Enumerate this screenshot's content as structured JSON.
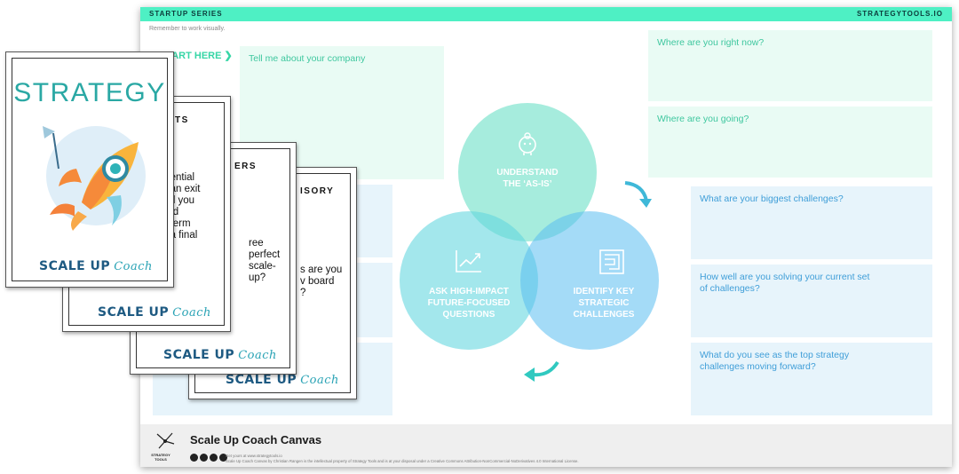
{
  "canvas": {
    "series": "STARTUP SERIES",
    "site": "STRATEGYTOOLS.IO",
    "reminder": "Remember to work visually.",
    "start_here": "START HERE",
    "boxes": {
      "company": "Tell me about your company",
      "right_now": "Where are you right now?",
      "going": "Where are you going?",
      "challenges": "What are your biggest challenges?",
      "solving": "How well are you solving your current set of challenges?",
      "top_challenges": "What do you see as the top strategy challenges moving forward?"
    },
    "venn": {
      "top_line1": "UNDERSTAND",
      "top_line2": "THE ‘AS-IS’",
      "left_line1": "ASK HIGH-IMPACT",
      "left_line2": "FUTURE-FOCUSED",
      "left_line3": "QUESTIONS",
      "right_line1": "IDENTIFY KEY",
      "right_line2": "STRATEGIC",
      "right_line3": "CHALLENGES"
    },
    "footer": {
      "title": "Scale Up Coach Canvas",
      "line1": "Get yours at www.strategytools.io",
      "line2": "Scale Up Coach Canvas by Christian Rangen is the intellectual property of Strategy Tools and is at your disposal under a Creative Commons Attribution-NonCommercial-NoDerivatives 4.0 International License.",
      "brand": "STRATEGY TOOLS"
    }
  },
  "cards": {
    "front": {
      "title": "STRATEGY",
      "scale": "SCALE UP",
      "coach": "Coach"
    },
    "exits": {
      "heading": "KITS",
      "lines": [
        "otential",
        "n an exit",
        "uld you",
        "and",
        "a term",
        "e a final"
      ],
      "scale": "SCALE UP",
      "coach": "Coach"
    },
    "ers": {
      "heading": "ERS",
      "lines": [
        "ree perfect",
        "scale-up?"
      ],
      "scale": "SCALE UP",
      "coach": "Coach"
    },
    "advisory": {
      "heading": "ISORY",
      "lines": [
        "s are you",
        "v board",
        "?"
      ],
      "scale": "SCALE UP",
      "coach": "Coach"
    }
  },
  "colors": {
    "accent": "#4ef0c4",
    "green_text": "#3fc79f",
    "blue_text": "#3f9ed8",
    "brand_navy": "#1e5a82"
  }
}
